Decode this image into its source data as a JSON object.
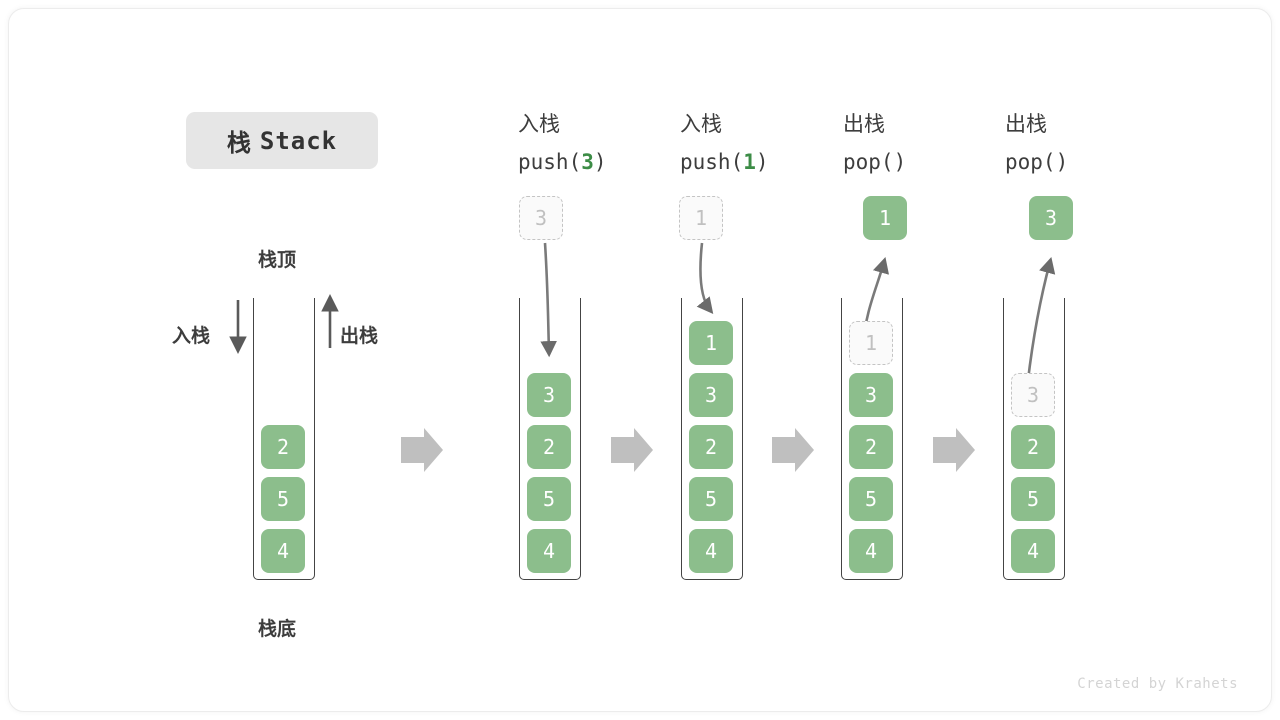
{
  "title": {
    "cn": "栈",
    "en": "Stack"
  },
  "legend": {
    "top_label": "栈顶",
    "bottom_label": "栈底",
    "push_label": "入栈",
    "pop_label": "出栈"
  },
  "initial_stack": {
    "name": "initial",
    "elements": [
      "2",
      "5",
      "4"
    ]
  },
  "steps": [
    {
      "id": "push-3",
      "op_cn": "入栈",
      "op_code_prefix": "push(",
      "op_code_arg": "3",
      "op_code_suffix": ")",
      "incoming_value": "3",
      "outgoing_value": "",
      "direction": "in",
      "stack_elements": [
        "3",
        "2",
        "5",
        "4"
      ],
      "ghost_index": -1
    },
    {
      "id": "push-1",
      "op_cn": "入栈",
      "op_code_prefix": "push(",
      "op_code_arg": "1",
      "op_code_suffix": ")",
      "incoming_value": "1",
      "outgoing_value": "",
      "direction": "in",
      "stack_elements": [
        "1",
        "3",
        "2",
        "5",
        "4"
      ],
      "ghost_index": -1
    },
    {
      "id": "pop-1",
      "op_cn": "出栈",
      "op_code_prefix": "pop(",
      "op_code_arg": "",
      "op_code_suffix": ")",
      "incoming_value": "",
      "outgoing_value": "1",
      "direction": "out",
      "stack_elements": [
        "1",
        "3",
        "2",
        "5",
        "4"
      ],
      "ghost_index": 0
    },
    {
      "id": "pop-3",
      "op_cn": "出栈",
      "op_code_prefix": "pop(",
      "op_code_arg": "",
      "op_code_suffix": ")",
      "incoming_value": "",
      "outgoing_value": "3",
      "direction": "out",
      "stack_elements": [
        "3",
        "2",
        "5",
        "4"
      ],
      "ghost_index": 0
    }
  ],
  "credit": "Created by Krahets",
  "colors": {
    "element_green": "#8cbe8c",
    "accent_green": "#3c8c46",
    "ghost_fill": "#fafafa",
    "ghost_border": "#c4c4c4",
    "arrow_gray": "#bfbfbf",
    "line_gray": "#6b6b6b",
    "badge_bg": "#e6e6e6",
    "text_dark": "#3d3d3d"
  }
}
